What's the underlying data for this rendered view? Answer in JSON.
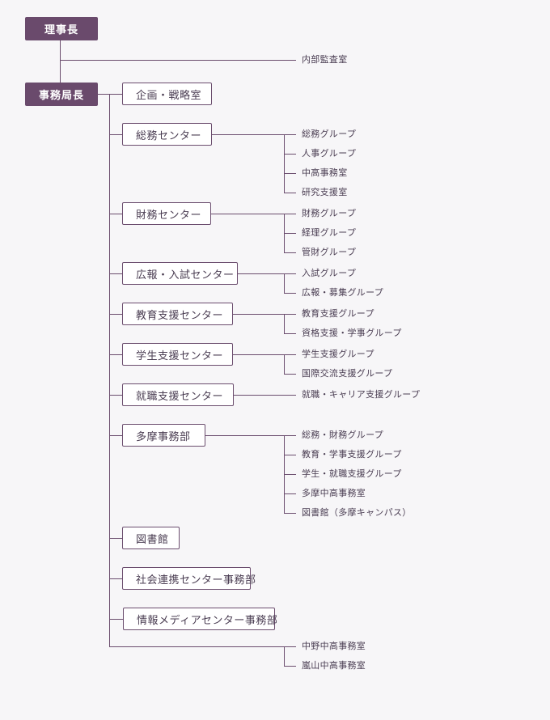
{
  "chairman": "理事長",
  "secretary_general": "事務局長",
  "audit": "内部監査室",
  "departments": [
    {
      "label": "企画・戦略室",
      "children": []
    },
    {
      "label": "総務センター",
      "children": [
        "総務グループ",
        "人事グループ",
        "中高事務室",
        "研究支援室"
      ]
    },
    {
      "label": "財務センター",
      "children": [
        "財務グループ",
        "経理グループ",
        "管財グループ"
      ]
    },
    {
      "label": "広報・入試センター",
      "children": [
        "入試グループ",
        "広報・募集グループ"
      ]
    },
    {
      "label": "教育支援センター",
      "children": [
        "教育支援グループ",
        "資格支援・学事グループ"
      ]
    },
    {
      "label": "学生支援センター",
      "children": [
        "学生支援グループ",
        "国際交流支援グループ"
      ]
    },
    {
      "label": "就職支援センター",
      "children": [
        "就職・キャリア支援グループ"
      ]
    },
    {
      "label": "多摩事務部",
      "children": [
        "総務・財務グループ",
        "教育・学事支援グループ",
        "学生・就職支援グループ",
        "多摩中高事務室",
        "図書館（多摩キャンパス）"
      ]
    },
    {
      "label": "図書館",
      "children": []
    },
    {
      "label": "社会連携センター事務部",
      "children": []
    },
    {
      "label": "情報メディアセンター事務部",
      "children": []
    }
  ],
  "bottom_offices": [
    "中野中高事務室",
    "嵐山中高事務室"
  ]
}
